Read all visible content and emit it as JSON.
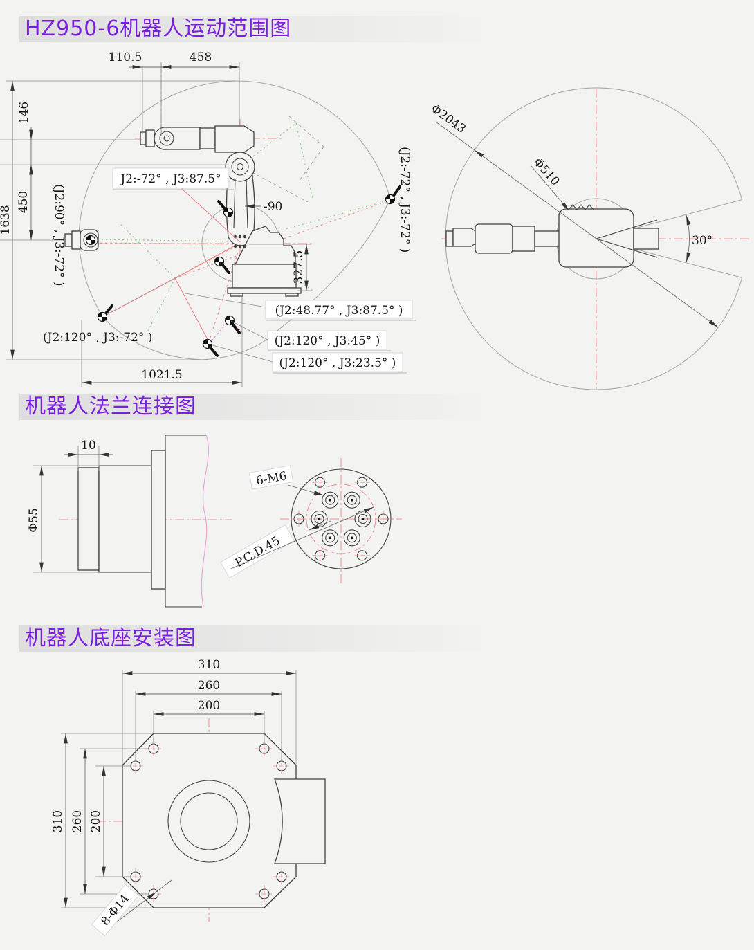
{
  "page": {
    "background": "#f3f3f1",
    "title_color": "#7a1fe0",
    "centerline_red": "#f09090",
    "pose_line_green": "#7ecb7e",
    "pose_line_red": "#ee8080",
    "outline_gray": "#3f3f3f"
  },
  "motion_range": {
    "title": "HZ950-6机器人运动范围图",
    "side_view": {
      "dims": {
        "wrist_offset": "110.5",
        "upper_arm": "458",
        "elbow_offset": "146",
        "forearm": "450",
        "total_height": "1638",
        "elbow_minus": "-90",
        "base_height": "327.5",
        "reach_bottom": "1021.5"
      },
      "poses": {
        "p1": "J2:-72° , J3:87.5°",
        "p2": "(J2:90° , J3:-72° )",
        "p3": "(J2:-72° , J3:-72° )",
        "p4": "(J2:120° , J3:-72° )",
        "p5": "(J2:48.77° , J3:87.5° )",
        "p6": "(J2:120° , J3:45° )",
        "p7": "(J2:120° , J3:23.5° )"
      }
    },
    "top_view": {
      "envelope_dia": "Φ2043",
      "body_dia": "Φ510",
      "dead_angle": "30°"
    }
  },
  "flange": {
    "title": "机器人法兰连接图",
    "dims": {
      "collar_width": "10",
      "flange_dia": "Φ55",
      "bolt_holes": "6-M6",
      "pitch_circle": "P.C.D.45"
    }
  },
  "base": {
    "title": "机器人底座安装图",
    "dims": {
      "top_310": "310",
      "top_260": "260",
      "top_200": "200",
      "left_310": "310",
      "left_260": "260",
      "left_200": "200",
      "hole_callout": "8-Φ14"
    }
  }
}
